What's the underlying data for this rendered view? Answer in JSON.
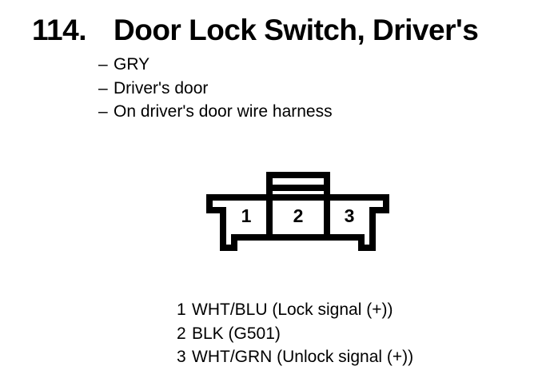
{
  "heading": {
    "number": "114.",
    "title": "Door Lock Switch, Driver's"
  },
  "notes": {
    "items": [
      {
        "bullet": "–",
        "text": "GRY"
      },
      {
        "bullet": "–",
        "text": "Driver's door"
      },
      {
        "bullet": "–",
        "text": "On driver's door wire harness"
      }
    ]
  },
  "connector": {
    "cavities": [
      {
        "label": "1"
      },
      {
        "label": "2"
      },
      {
        "label": "3"
      }
    ]
  },
  "pin_legend": {
    "rows": [
      {
        "pin": "1",
        "description": "WHT/BLU (Lock signal (+))"
      },
      {
        "pin": "2",
        "description": "BLK (G501)"
      },
      {
        "pin": "3",
        "description": "WHT/GRN (Unlock signal (+))"
      }
    ]
  },
  "colors": {
    "ink": "#000000",
    "background": "#ffffff"
  }
}
